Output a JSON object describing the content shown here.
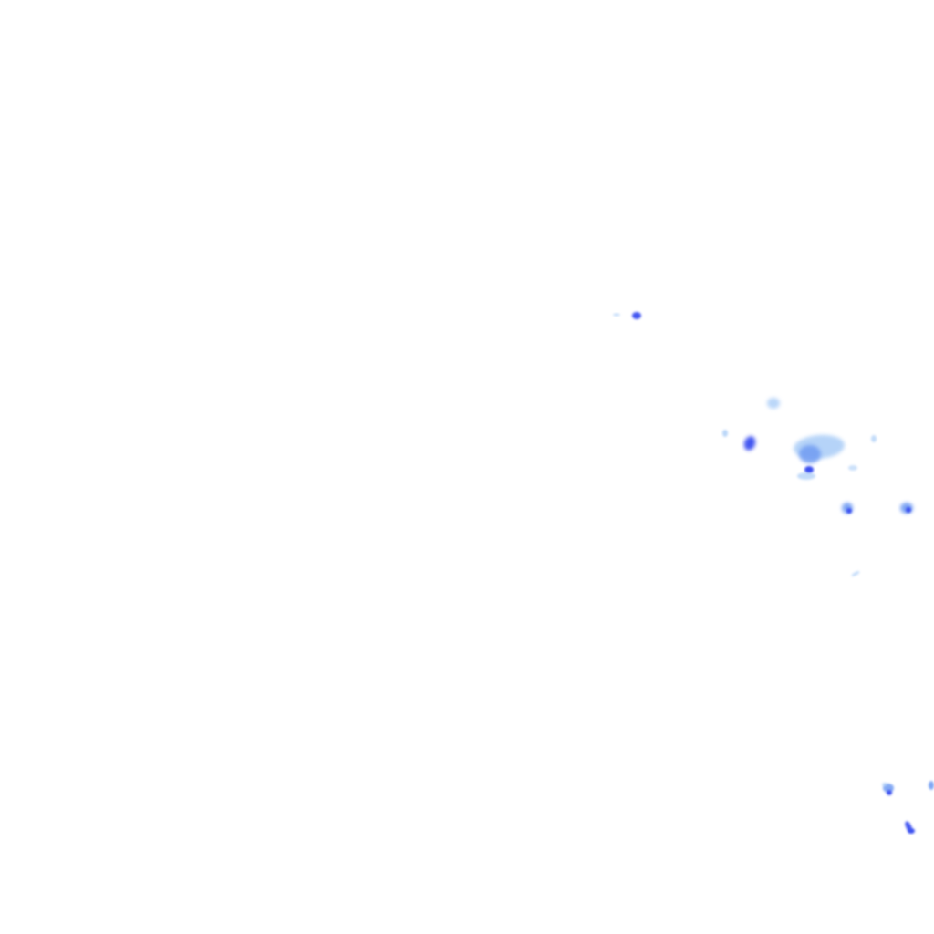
{
  "map": {
    "layer": "precipitation-radar-overlay",
    "background_color": "#ffffff",
    "intensity_colors": {
      "light": "#a9ccf7",
      "moderate": "#6f9bf2",
      "heavy": "#3b4ff0"
    },
    "cells": [
      {
        "name": "echo-cell-1",
        "intensity": "light"
      },
      {
        "name": "echo-cell-2",
        "intensity": "heavy"
      },
      {
        "name": "echo-cell-3",
        "intensity": "light"
      },
      {
        "name": "echo-cell-4",
        "intensity": "light"
      },
      {
        "name": "echo-cell-5",
        "intensity": "heavy"
      },
      {
        "name": "echo-cell-6",
        "intensity": "light"
      },
      {
        "name": "echo-cell-7",
        "intensity": "moderate"
      },
      {
        "name": "echo-cell-8",
        "intensity": "heavy"
      },
      {
        "name": "echo-cell-9",
        "intensity": "light"
      },
      {
        "name": "echo-cell-10",
        "intensity": "light"
      },
      {
        "name": "echo-cell-11",
        "intensity": "light"
      },
      {
        "name": "echo-cell-12",
        "intensity": "moderate"
      },
      {
        "name": "echo-cell-13",
        "intensity": "heavy"
      },
      {
        "name": "echo-cell-14",
        "intensity": "moderate"
      },
      {
        "name": "echo-cell-15",
        "intensity": "heavy"
      },
      {
        "name": "echo-cell-16",
        "intensity": "light"
      },
      {
        "name": "echo-cell-17",
        "intensity": "moderate"
      },
      {
        "name": "echo-cell-18",
        "intensity": "heavy"
      },
      {
        "name": "echo-cell-19",
        "intensity": "light"
      },
      {
        "name": "echo-cell-20",
        "intensity": "moderate"
      },
      {
        "name": "echo-cell-21",
        "intensity": "heavy"
      },
      {
        "name": "echo-cell-22",
        "intensity": "heavy"
      }
    ]
  }
}
